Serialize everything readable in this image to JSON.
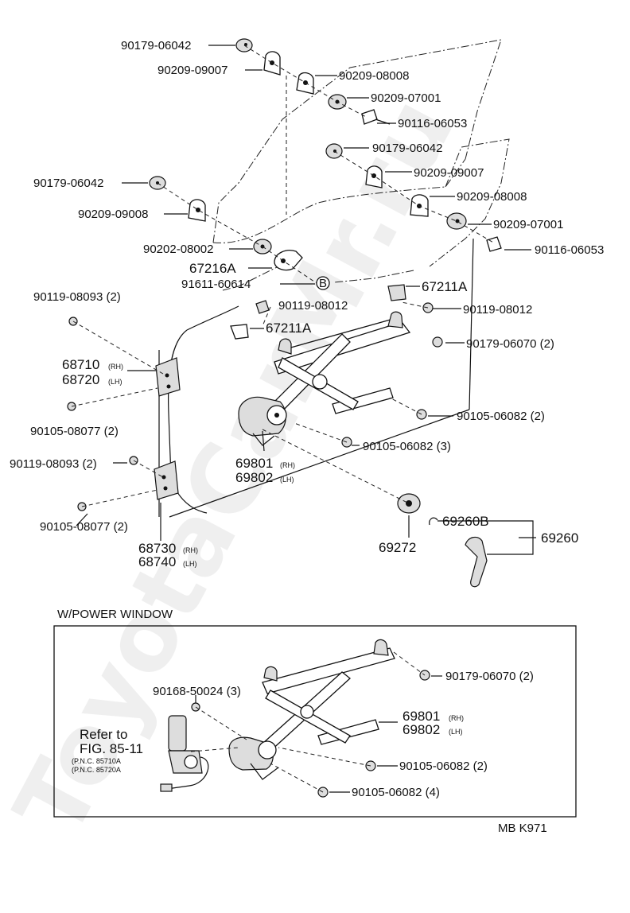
{
  "watermark": "ToyotaCarMr.ru",
  "diagram_code": "MB K971",
  "parts": {
    "p1": "90179-06042",
    "p2": "90209-09007",
    "p3": "90209-08008",
    "p4": "90209-07001",
    "p5": "90116-06053",
    "p6": "90179-06042",
    "p7": "90209-09007",
    "p8": "90179-06042",
    "p9": "90209-08008",
    "p10": "90209-09008",
    "p11": "90209-07001",
    "p12": "90202-08002",
    "p13": "90116-06053",
    "p14": "67216A",
    "p15": "91611-60614",
    "p16": "B",
    "p17": "67211A",
    "p18": "90119-08093 (2)",
    "p19": "90119-08012",
    "p20": "90119-08012",
    "p21": "67211A",
    "p22": "90179-06070 (2)",
    "p23a": "68710",
    "p23b": "(RH)",
    "p24a": "68720",
    "p24b": "(LH)",
    "p25": "90105-06082 (2)",
    "p26": "90105-08077 (2)",
    "p27": "90105-06082 (3)",
    "p28": "90119-08093 (2)",
    "p29a": "69801",
    "p29b": "(RH)",
    "p30a": "69802",
    "p30b": "(LH)",
    "p31": "90105-08077 (2)",
    "p32": "69260B",
    "p33": "69260",
    "p34": "69272",
    "p35a": "68730",
    "p35b": "(RH)",
    "p36a": "68740",
    "p36b": "(LH)"
  },
  "power_window": {
    "title": "W/POWER WINDOW",
    "q1": "90179-06070 (2)",
    "q2": "90168-50024 (3)",
    "q3a": "69801",
    "q3b": "(RH)",
    "q4a": "69802",
    "q4b": "(LH)",
    "refer1": "Refer to",
    "refer2": "FIG. 85-11",
    "refer3": "(P.N.C. 85710A",
    "refer4": "(P.N.C. 85720A",
    "q5": "90105-06082 (2)",
    "q6": "90105-06082 (4)"
  }
}
